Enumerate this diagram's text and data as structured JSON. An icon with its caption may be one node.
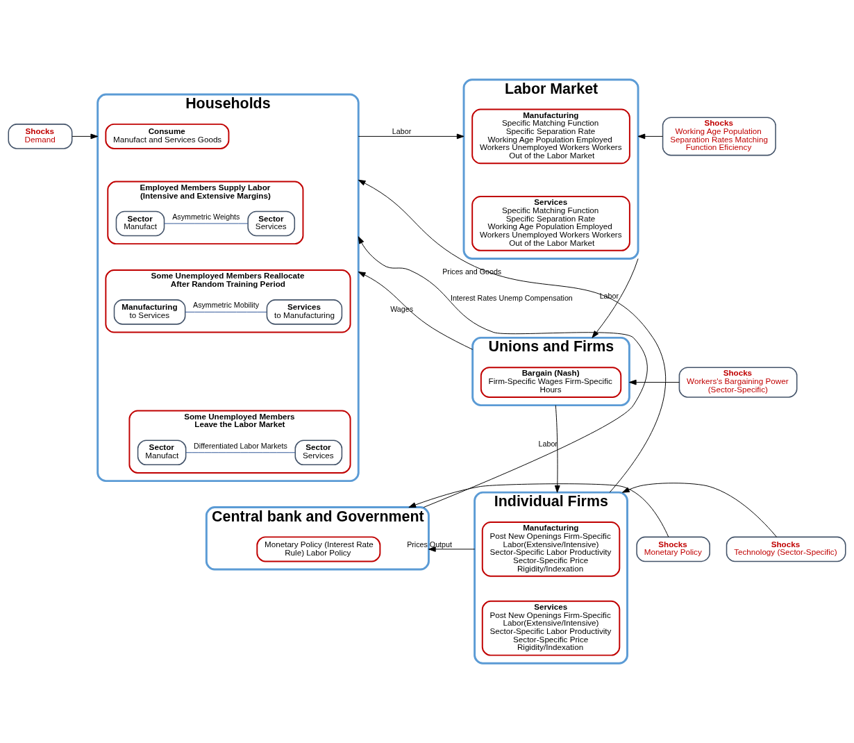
{
  "diagram": {
    "nodes": [
      {
        "text": [
          "Households"
        ]
      },
      {
        "text": [
          "Consume",
          "Manufact and Services Goods"
        ],
        "in": 0
      },
      {
        "text": [
          "Employed Members Supply Labor",
          "(Intensive and Extensive Margins)"
        ],
        "in": 0
      },
      {
        "text": [
          "Sector",
          "Manufact"
        ],
        "in": 2
      },
      {
        "text": [
          "Sector",
          "Services"
        ],
        "in": 2
      },
      {
        "text": [
          "Some Unemployed Members Reallocate",
          "After Random Training Period"
        ],
        "in": 0
      },
      {
        "text": [
          "Manufacturing",
          "to Services"
        ],
        "in": 5
      },
      {
        "text": [
          "Services",
          "to Manufacturing"
        ],
        "in": 5
      },
      {
        "text": [
          "Some Unemployed Members",
          "Leave the Labor Market"
        ],
        "in": 0
      },
      {
        "text": [
          "Sector",
          "Manufact"
        ],
        "in": 8
      },
      {
        "text": [
          "Sector",
          "Services"
        ],
        "in": 8
      },
      {
        "text": [
          "Labor Market"
        ]
      },
      {
        "text": [
          "Manufacturing",
          "Specific Matching Function Specific Separation Rate",
          "Working Age Population Employed Workers Unemployed Workers Workers Out of the Labor Market"
        ],
        "in": 11
      },
      {
        "text": [
          "Services",
          "Specific Matching Function Specific Separation Rate",
          "Working Age Population Employed Workers Unemployed Workers Workers Out of the Labor Market"
        ],
        "in": 11
      },
      {
        "text": [
          "Unions and Firms"
        ]
      },
      {
        "text": [
          "Bargain (Nash)",
          "Firm-Specific Wages Firm-Specific Hours"
        ],
        "in": 14
      },
      {
        "text": [
          "Individual Firms"
        ]
      },
      {
        "text": [
          "Manufacturing",
          "Post New Openings Firm-Specific Labor(Extensive/Intensive)",
          "Sector-Specific Labor Productivity Sector-Specific Price Rigidity/Indexation"
        ],
        "in": 16
      },
      {
        "text": [
          "Services",
          "Post New Openings Firm-Specific Labor(Extensive/Intensive)",
          "Sector-Specific Labor Productivity Sector-Specific Price Rigidity/Indexation"
        ],
        "in": 16
      },
      {
        "text": [
          "Central bank and Government"
        ]
      },
      {
        "text": [
          "Monetary Policy (Interest Rate Rule) Labor Policy"
        ],
        "in": 19
      },
      {
        "text": [
          "Shocks",
          "Demand"
        ]
      },
      {
        "text": [
          "Shocks",
          "Working Age Population Separation Rates Matching Function Eficiency"
        ]
      },
      {
        "text": [
          "Shocks",
          "Workers's Bargaining Power (Sector-Specific)"
        ]
      },
      {
        "text": [
          "Shocks",
          "Technology (Sector-Specific)"
        ]
      },
      {
        "text": [
          "Shocks",
          "Monetary Policy"
        ]
      }
    ],
    "edges": [
      {
        "from": 3,
        "to": 4,
        "label": "Asymmetric Weights",
        "arrow": "none",
        "color": "#2f5597"
      },
      {
        "from": 6,
        "to": 7,
        "label": "Asymmetric Mobility",
        "arrow": "none",
        "color": "#2f5597"
      },
      {
        "from": 9,
        "to": 10,
        "label": "Differentiated Labor Markets",
        "arrow": "none",
        "color": "#2f5597"
      },
      {
        "from": 21,
        "to": 0,
        "arrow": "to"
      },
      {
        "from": 0,
        "to": 11,
        "label": "Labor",
        "arrow": "to"
      },
      {
        "from": 14,
        "to": 0,
        "label": "Wages",
        "arrow": "to"
      },
      {
        "from": 11,
        "to": 14,
        "label": "Labor",
        "arrow": "to"
      },
      {
        "from": 14,
        "to": 16,
        "label": "Labor",
        "arrow": "to"
      },
      {
        "from": 16,
        "to": 0,
        "label": "Prices and Goods",
        "arrow": "to"
      },
      {
        "from": 16,
        "to": 19,
        "label": "Prices Output",
        "arrow": "to"
      },
      {
        "from": 19,
        "to": 0,
        "label": "Interest Rates Unemp Compensation",
        "arrow": "to"
      },
      {
        "from": 22,
        "to": 11,
        "arrow": "to"
      },
      {
        "from": 23,
        "to": 14,
        "arrow": "to"
      },
      {
        "from": 24,
        "to": 16,
        "arrow": "to"
      },
      {
        "from": 25,
        "to": 19,
        "arrow": "to"
      }
    ]
  }
}
